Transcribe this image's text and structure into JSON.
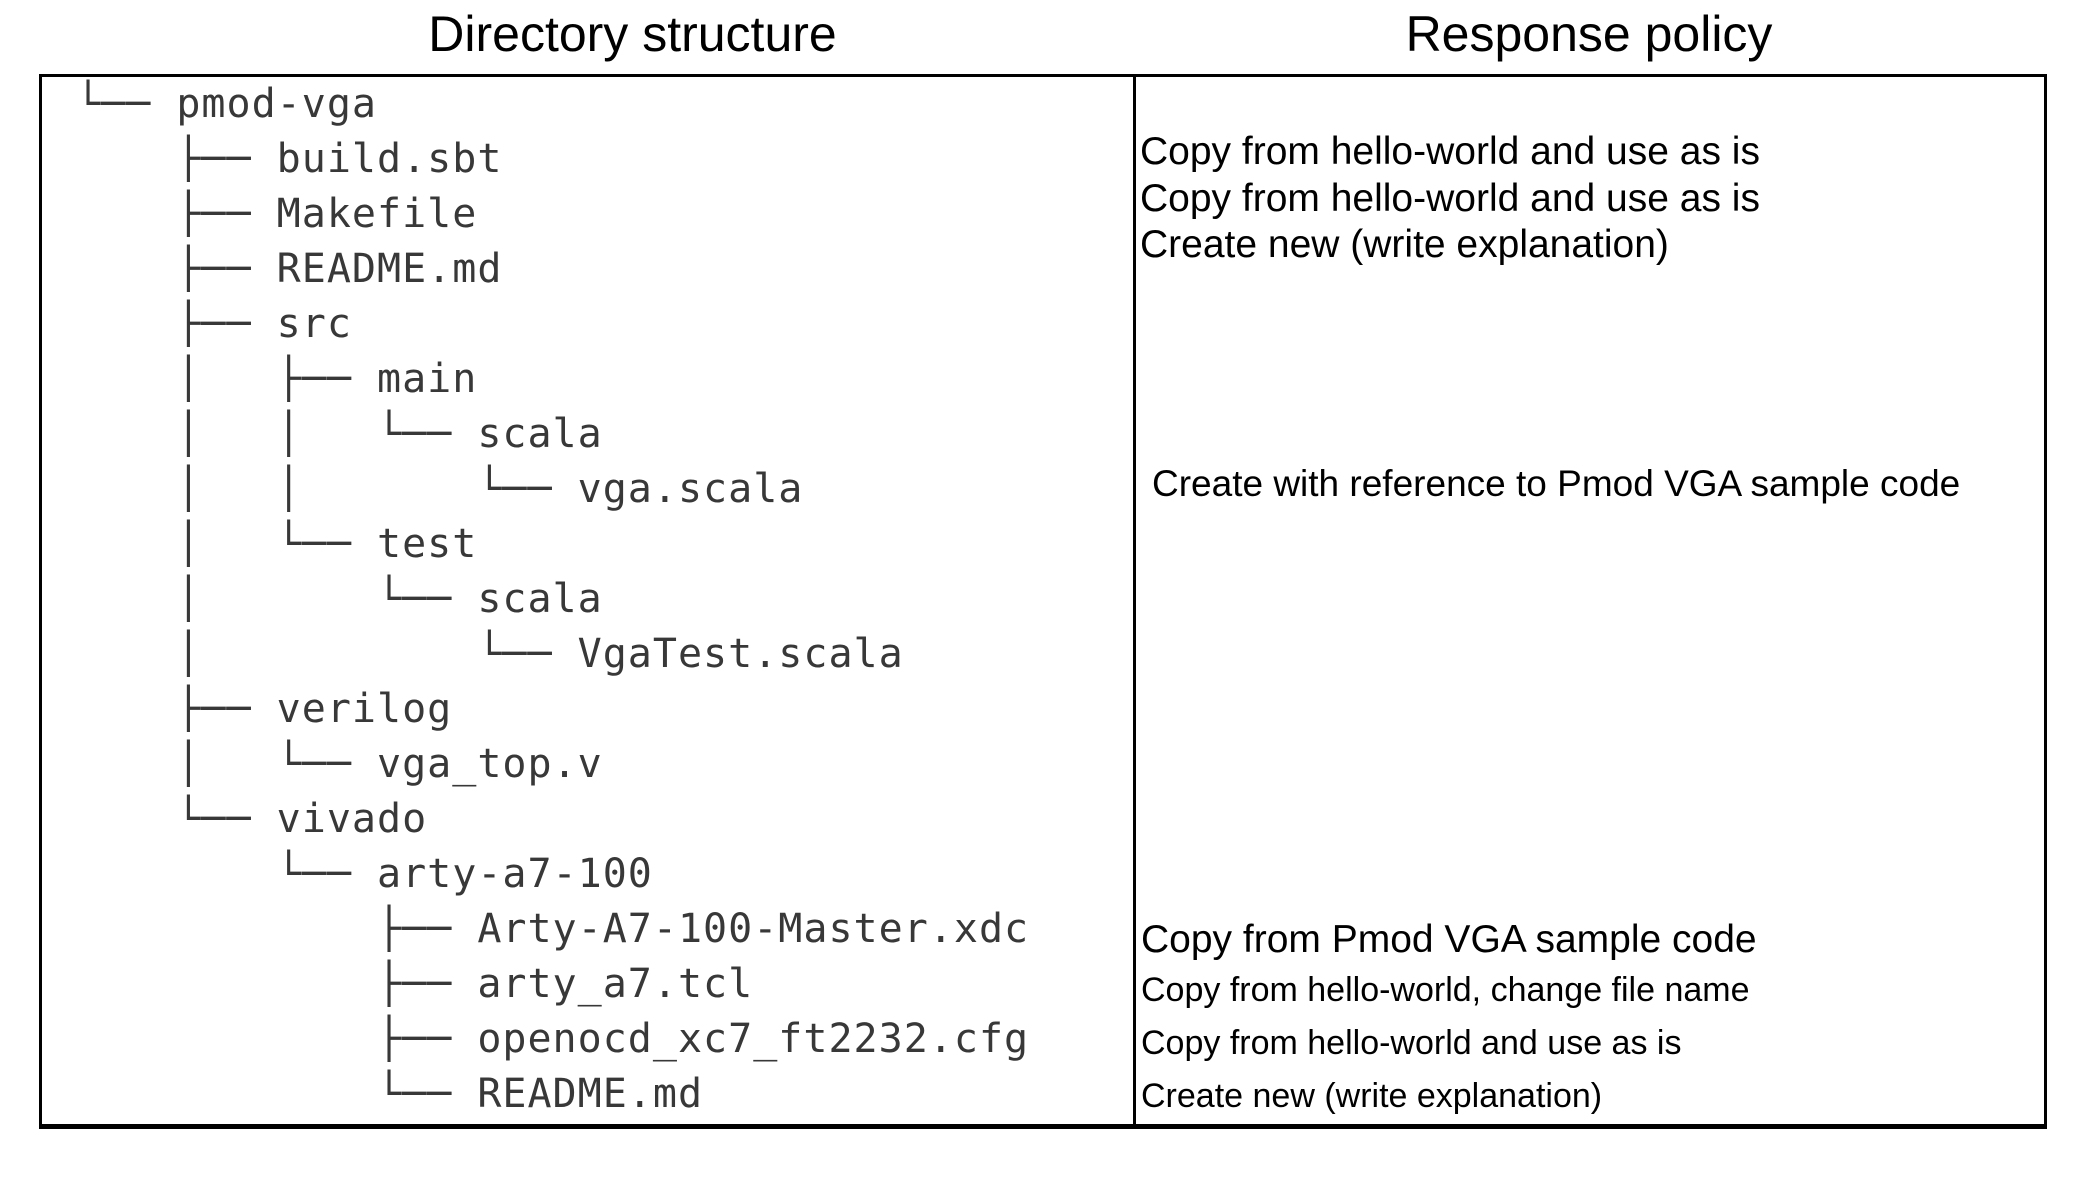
{
  "headers": {
    "left": "Directory structure",
    "right": "Response policy"
  },
  "tree": {
    "root": "pmod-vga",
    "lines": [
      "└── pmod-vga",
      "    ├── build.sbt",
      "    ├── Makefile",
      "    ├── README.md",
      "    ├── src",
      "    │   ├── main",
      "    │   │   └── scala",
      "    │   │       └── vga.scala",
      "    │   └── test",
      "    │       └── scala",
      "    │           └── VgaTest.scala",
      "    ├── verilog",
      "    │   └── vga_top.v",
      "    └── vivado",
      "        └── arty-a7-100",
      "            ├── Arty-A7-100-Master.xdc",
      "            ├── arty_a7.tcl",
      "            ├── openocd_xc7_ft2232.cfg",
      "            └── README.md"
    ]
  },
  "policies": {
    "build_sbt": "Copy from hello-world and use as is",
    "makefile": "Copy from hello-world and use as is",
    "readme_md": "Create new (write explanation)",
    "vga_scala": "Create with reference to Pmod VGA sample code",
    "arty_a7_100_master_xdc": "Copy from Pmod VGA sample code",
    "arty_a7_tcl": "Copy from hello-world, change file name",
    "openocd_xc7_ft2232_cfg": "Copy from hello-world and use as is",
    "vivado_readme_md": "Create new (write explanation)"
  }
}
